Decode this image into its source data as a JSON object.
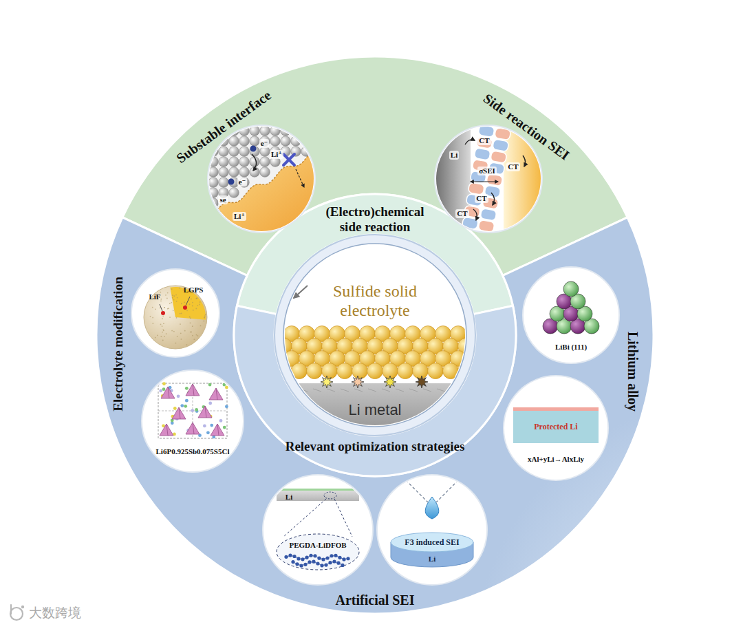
{
  "diagram": {
    "nodes": [
      {
        "text": [
          "(Electro)chemical side reaction"
        ]
      },
      {
        "text": [
          "Substable interface"
        ],
        "in": 0
      },
      {
        "text": [
          "Side reaction SEI"
        ],
        "in": 0
      },
      {
        "text": [
          "Relevant optimization strategies"
        ]
      },
      {
        "text": [
          "LiF",
          "LGPS"
        ],
        "in": 3
      },
      {
        "text": [
          "Li6P0.925Sb0.075S5Cl"
        ],
        "in": 3
      },
      {
        "text": [
          "LiBi (111)"
        ],
        "in": 3
      },
      {
        "text": [
          "Protected Li",
          "xAl+yLi→AlxLiy"
        ],
        "in": 3
      },
      {
        "text": [
          "Li",
          "PEGDA-LiDFOB"
        ],
        "in": 3
      },
      {
        "text": [
          "F3 induced SEI",
          "Li"
        ],
        "in": 3
      },
      {
        "text": [
          "Sulfide solid electrolyte",
          "Li metal"
        ]
      }
    ],
    "labels": [
      "Electrolyte modification",
      "Lithium alloy",
      "Artificial SEI",
      "e⁻",
      "Li⁺",
      "e⁻",
      "se",
      "Li⁺",
      "Li",
      "CT",
      "σSEI",
      "CT",
      "CT",
      "CT",
      "大数跨境"
    ]
  }
}
